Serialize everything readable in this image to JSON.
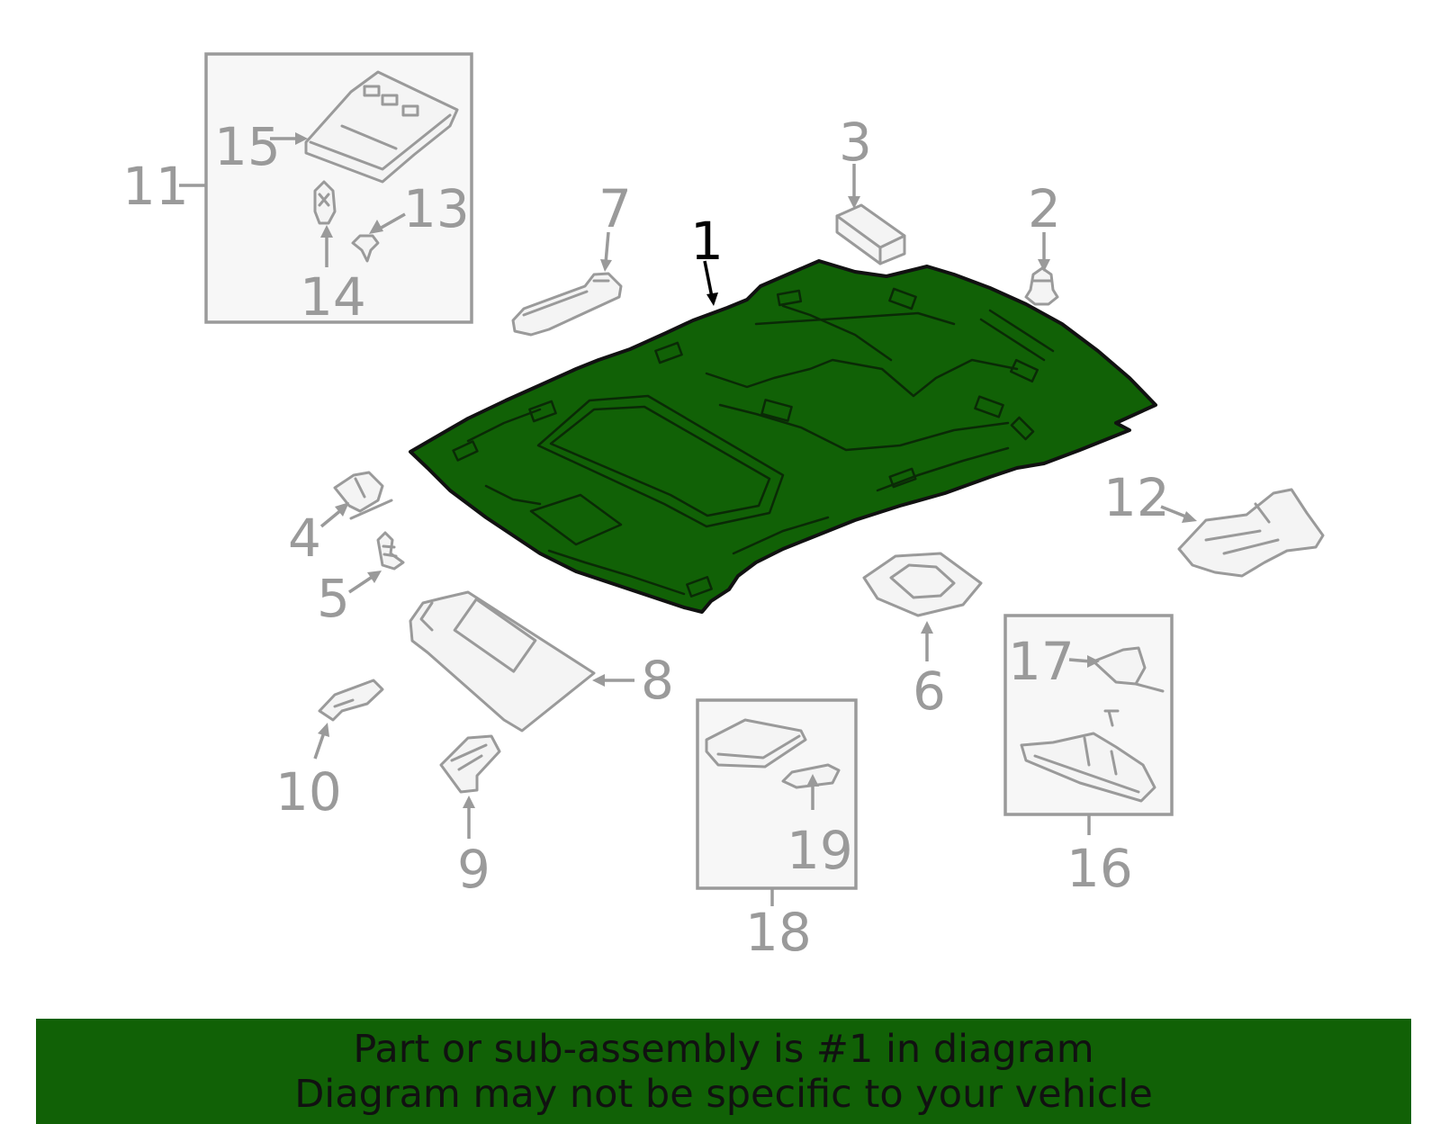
{
  "diagram": {
    "highlighted_part": "1",
    "highlight_color": "#116106",
    "callout_color": "#9a9a9a",
    "callouts": {
      "c1": "1",
      "c2": "2",
      "c3": "3",
      "c4": "4",
      "c5": "5",
      "c6": "6",
      "c7": "7",
      "c8": "8",
      "c9": "9",
      "c10": "10",
      "c11": "11",
      "c12": "12",
      "c13": "13",
      "c14": "14",
      "c15": "15",
      "c16": "16",
      "c17": "17",
      "c18": "18",
      "c19": "19"
    }
  },
  "banner": {
    "line1": "Part or sub-assembly is #1 in diagram",
    "line2": "Diagram may not be specific to your vehicle"
  }
}
